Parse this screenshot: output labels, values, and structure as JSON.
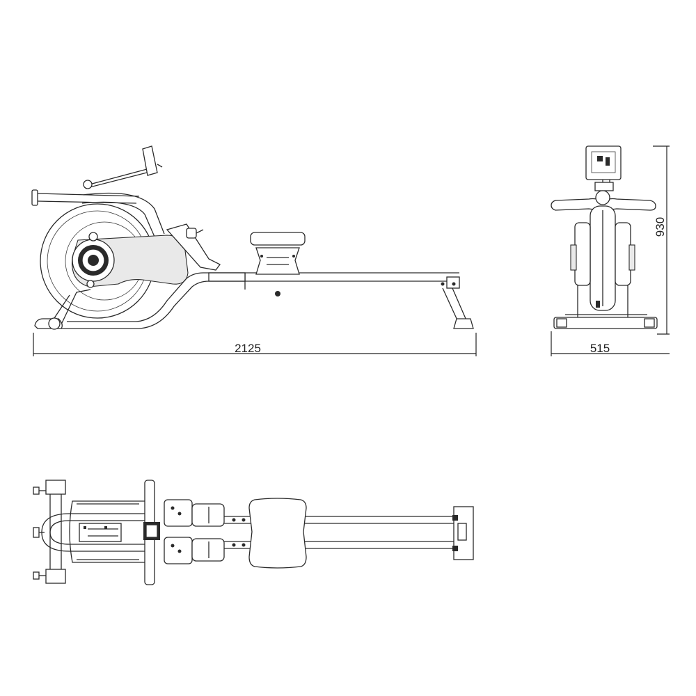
{
  "dimensions": {
    "length": "2125",
    "width": "515",
    "height": "930"
  }
}
